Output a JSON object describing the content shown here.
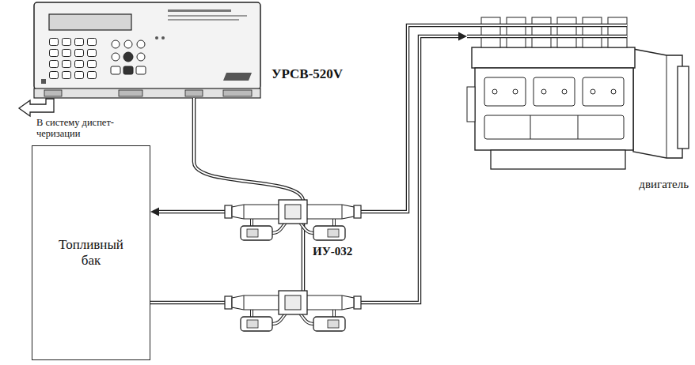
{
  "diagram": {
    "nodes": [
      {
        "text": [
          "УРСВ-520V"
        ]
      },
      {
        "text": [
          "Топливный бак"
        ]
      },
      {
        "text": [
          "двигатель"
        ]
      }
    ],
    "edges": [
      {
        "from": 2,
        "to": 1,
        "arrow": "to"
      },
      {
        "from": 1,
        "to": 2,
        "arrow": "to"
      }
    ],
    "labels": [
      "В систему диспет- черизации",
      "ИУ-032"
    ]
  }
}
